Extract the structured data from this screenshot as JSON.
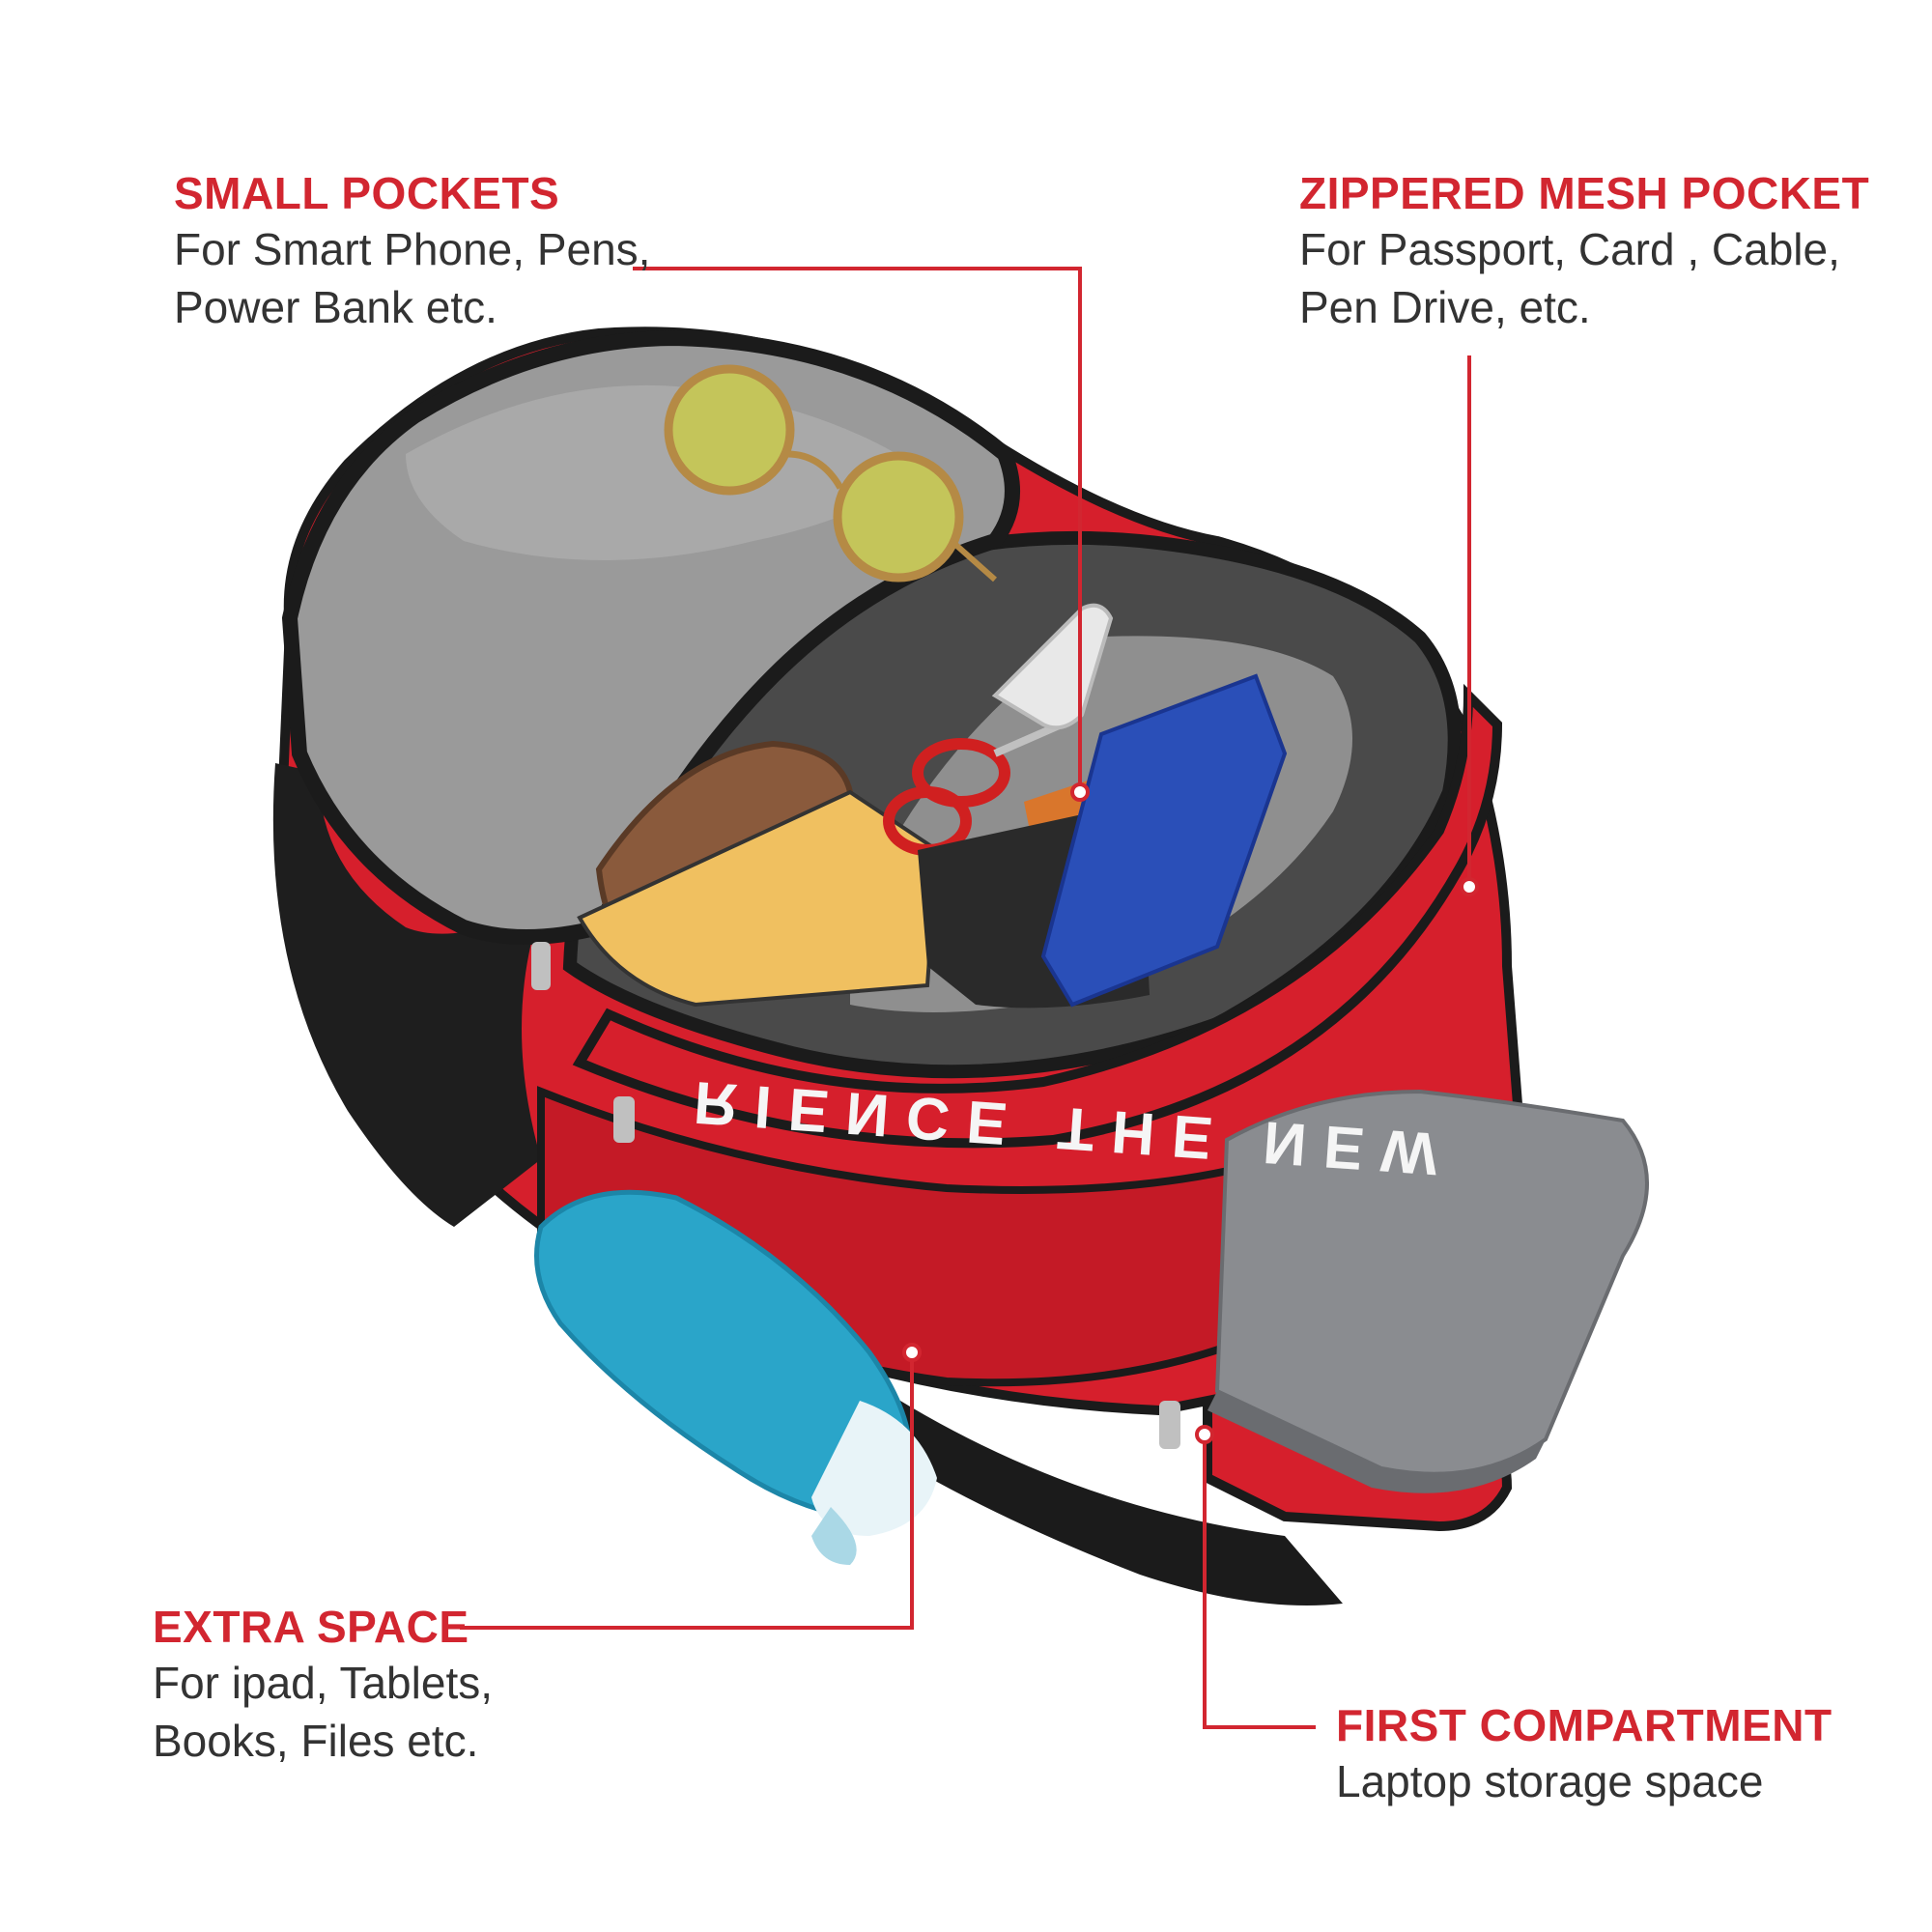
{
  "colors": {
    "accent": "#d22630",
    "text": "#333333",
    "bag_red": "#d61f2c",
    "bag_dark_red": "#a8121d",
    "lining_grey": "#9a9a9a",
    "trim_black": "#1b1b1b",
    "bottle_blue": "#2aa5c9",
    "laptop_grey": "#8a8c90"
  },
  "callouts": {
    "small_pockets": {
      "title": "SMALL POCKETS",
      "line1": "For Smart Phone, Pens,",
      "line2": "Power Bank etc."
    },
    "zippered_mesh_pocket": {
      "title": "ZIPPERED MESH POCKET",
      "line1": "For Passport, Card , Cable,",
      "line2": "Pen Drive, etc."
    },
    "extra_space": {
      "title": "EXTRA SPACE",
      "line1": "For ipad, Tablets,",
      "line2": "Books, Files etc."
    },
    "first_compartment": {
      "title": "FIRST COMPARTMENT",
      "line1": "Laptop storage space"
    }
  },
  "bag": {
    "strap_text": "RIENCE THE NEW"
  }
}
